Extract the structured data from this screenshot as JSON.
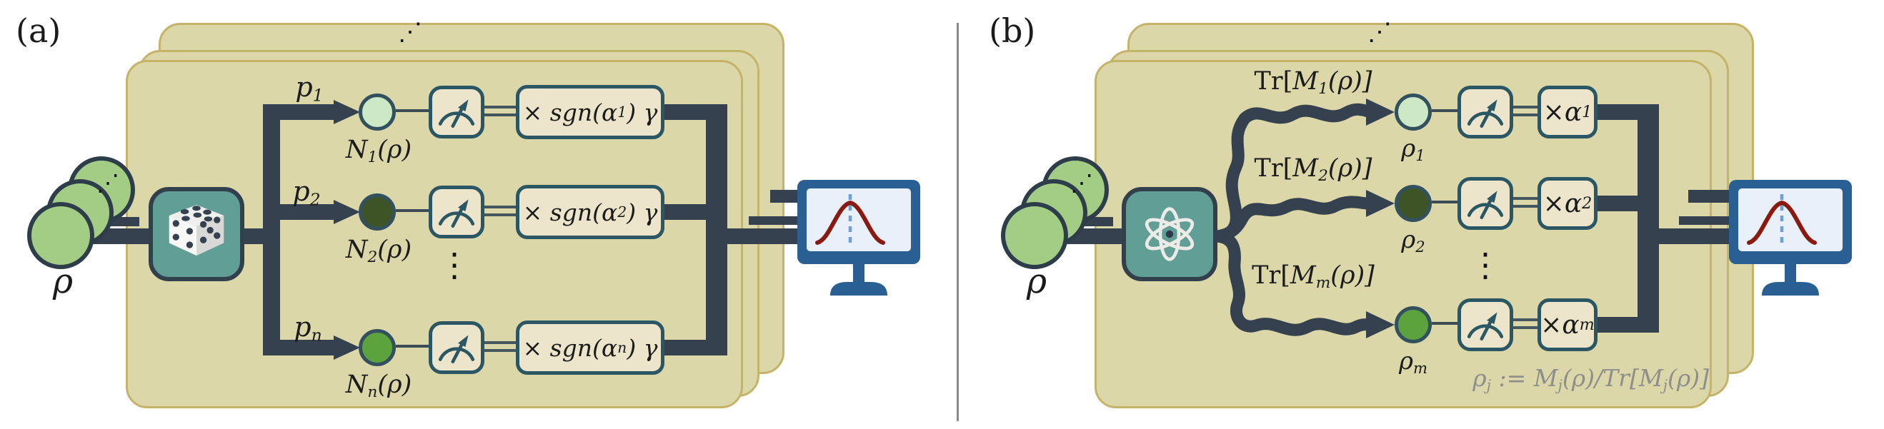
{
  "palette": {
    "card_fill": "#dbd7a9",
    "card_border": "#c4b369",
    "wire_navy": "#35414e",
    "chip_teal_fill": "#619e95",
    "chip_teal_border": "#323f4c",
    "box_cream_fill": "#ece5cb",
    "box_teal_border": "#2b5765",
    "state_mint": "#cde8c5",
    "state_dark_green": "#3d5426",
    "state_mid_green": "#5ca33e",
    "input_state_green": "#a3cd85",
    "monitor_blue": "#2a5f94",
    "monitor_screen": "#e9f0f9",
    "distribution_red": "#8a1a10",
    "dashed_blue": "#6f9fd4",
    "formula_grey": "#8e8e8c",
    "text": "#1b1b1b",
    "divider_grey": "#8a8a8a"
  },
  "icons": {
    "panel_a_source": "dice-icon",
    "panel_b_source": "atom-icon",
    "measurement": "gauge-meter-icon",
    "output": "monitor-distribution-icon",
    "card_repeat_marker": "diagonal-ellipsis",
    "row_ellipsis": "vertical-ellipsis"
  },
  "panel_a": {
    "label": "(a)",
    "input_label": "ρ",
    "stack_dots": "⋰",
    "input_dots": "⋰",
    "vdots": "⋮",
    "rows": [
      {
        "prob_base": "p",
        "prob_sub": "1",
        "state_base": "N",
        "state_sub": "1",
        "state_arg": "(ρ)",
        "gain_pre": "× sgn(α",
        "gain_sub": "1",
        "gain_post": ") γ"
      },
      {
        "prob_base": "p",
        "prob_sub": "2",
        "state_base": "N",
        "state_sub": "2",
        "state_arg": "(ρ)",
        "gain_pre": "× sgn(α",
        "gain_sub": "2",
        "gain_post": ") γ"
      },
      {
        "prob_base": "p",
        "prob_sub": "n",
        "state_base": "N",
        "state_sub": "n",
        "state_arg": "(ρ)",
        "gain_pre": "× sgn(α",
        "gain_sub": "n",
        "gain_post": ") γ"
      }
    ]
  },
  "panel_b": {
    "label": "(b)",
    "input_label": "ρ",
    "stack_dots": "⋰",
    "input_dots": "⋰",
    "vdots": "⋮",
    "rows": [
      {
        "trace_pre": "Tr[",
        "trace_letter": "M",
        "trace_sub": "1",
        "trace_post": "(ρ)]",
        "state_base": "ρ",
        "state_sub": "1",
        "gain_pre": "×α",
        "gain_sub": "1"
      },
      {
        "trace_pre": "Tr[",
        "trace_letter": "M",
        "trace_sub": "2",
        "trace_post": "(ρ)]",
        "state_base": "ρ",
        "state_sub": "2",
        "gain_pre": "×α",
        "gain_sub": "2"
      },
      {
        "trace_pre": "Tr[",
        "trace_letter": "M",
        "trace_sub": "m",
        "trace_post": "(ρ)]",
        "state_base": "ρ",
        "state_sub": "m",
        "gain_pre": "×α",
        "gain_sub": "m"
      }
    ],
    "formula": {
      "rho": "ρ",
      "sub1": "j",
      "assign": " := ",
      "m1": "M",
      "sub2": "j",
      "mid": "(ρ)/Tr[",
      "m2": "M",
      "sub3": "j",
      "end": "(ρ)]"
    }
  }
}
